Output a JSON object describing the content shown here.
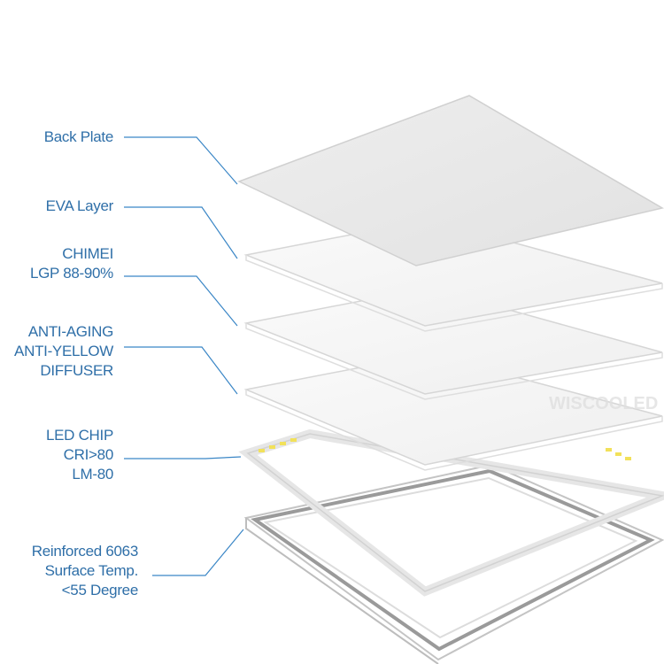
{
  "colors": {
    "label_text": "#2f6fa8",
    "leader_line": "#3a86c6",
    "panel_fill": "#f4f4f4",
    "panel_edge": "#d9d9d9",
    "chip": "#f2e15a",
    "frame_gray": "#b8b8b8"
  },
  "watermark": "WISCOOLED",
  "layers": [
    {
      "name": "back-plate",
      "lines": [
        "Back Plate"
      ]
    },
    {
      "name": "eva-layer",
      "lines": [
        "EVA Layer"
      ]
    },
    {
      "name": "lgp",
      "lines": [
        "CHIMEI",
        "LGP 88-90%"
      ]
    },
    {
      "name": "diffuser",
      "lines": [
        "ANTI-AGING",
        "ANTI-YELLOW",
        "DIFFUSER"
      ]
    },
    {
      "name": "led-chip",
      "lines": [
        "LED CHIP",
        "CRI>80",
        "LM-80"
      ]
    },
    {
      "name": "frame",
      "lines": [
        "Reinforced 6063",
        "Surface Temp.",
        "<55 Degree"
      ]
    }
  ]
}
